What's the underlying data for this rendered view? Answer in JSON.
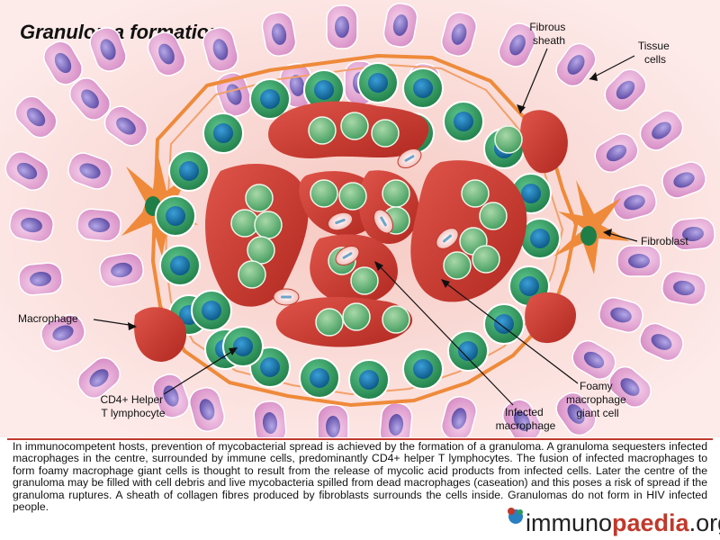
{
  "title": "Granuloma formation",
  "labels": {
    "fibrous_sheath": [
      "Fibrous",
      "sheath"
    ],
    "tissue_cells": [
      "Tissue",
      "cells"
    ],
    "fibroblast": [
      "Fibroblast"
    ],
    "macrophage": [
      "Macrophage"
    ],
    "cd4": [
      "CD4+ Helper",
      "T lymphocyte"
    ],
    "infected": [
      "Infected",
      "macrophage"
    ],
    "foamy": [
      "Foamy",
      "macrophage",
      "giant cell"
    ]
  },
  "caption": "In immunocompetent hosts, prevention of mycobacterial spread is achieved by the formation of a granuloma. A granuloma sequesters infected macrophages in the centre, surrounded by immune cells, predominantly CD4+ helper T lymphocytes. The fusion of infected macrophages to form foamy macrophage giant cells is thought to result from the release of mycolic acid products from infected cells. Later the centre of the granuloma may be filled with cell debris and live mycobacteria spilled from dead macrophages (caseation) and this poses a risk of spread if the granuloma ruptures. A sheath of collagen fibres produced by fibroblasts surrounds the cells inside. Granulomas do not form in HIV infected people.",
  "logo": {
    "part1": "immuno",
    "part2": "paedia",
    "part3": ".org"
  },
  "colors": {
    "tissue_cell": "#e6a6d6",
    "tissue_nucleus": "#7f6cc0",
    "lymphocyte": "#2a9a5a",
    "lymphocyte_nucleus": "#0b6ea8",
    "macrophage": "#c8322a",
    "sheath": "#ee8a3a",
    "background": "#fde6e6"
  }
}
